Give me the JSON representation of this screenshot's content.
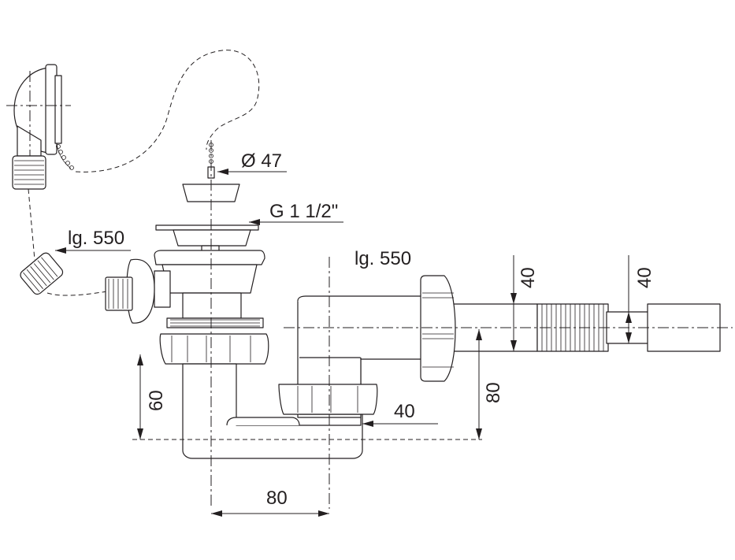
{
  "labels": {
    "diameter": "Ø 47",
    "thread": "G 1 1/2\"",
    "hose_length": "lg. 550",
    "chain_length": "lg. 550",
    "outlet_dia_1": "40",
    "outlet_dia_2": "40",
    "height_60": "60",
    "height_80": "80",
    "inlet_40": "40",
    "width_80": "80"
  },
  "colors": {
    "line": "#231f20",
    "background": "#ffffff"
  }
}
